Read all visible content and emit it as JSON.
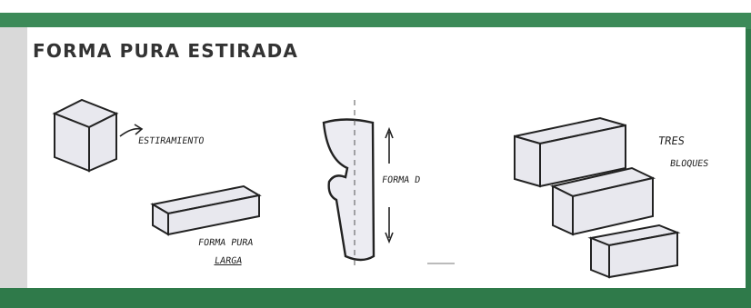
{
  "slide": {
    "title": "FORMA PURA ESTIRADA",
    "labels": {
      "estiramiento": "ESTIRAMIENTO",
      "forma_pura": "FORMA PURA",
      "larga": "LARGA",
      "forma_d": "FORMA D",
      "tres": "TRES",
      "bloques": "BLOQUES"
    }
  },
  "colors": {
    "frame_green": "#2f7a4a",
    "strip_green": "#3c8a58",
    "panel": "#ffffff",
    "sketch_line": "#222222"
  }
}
